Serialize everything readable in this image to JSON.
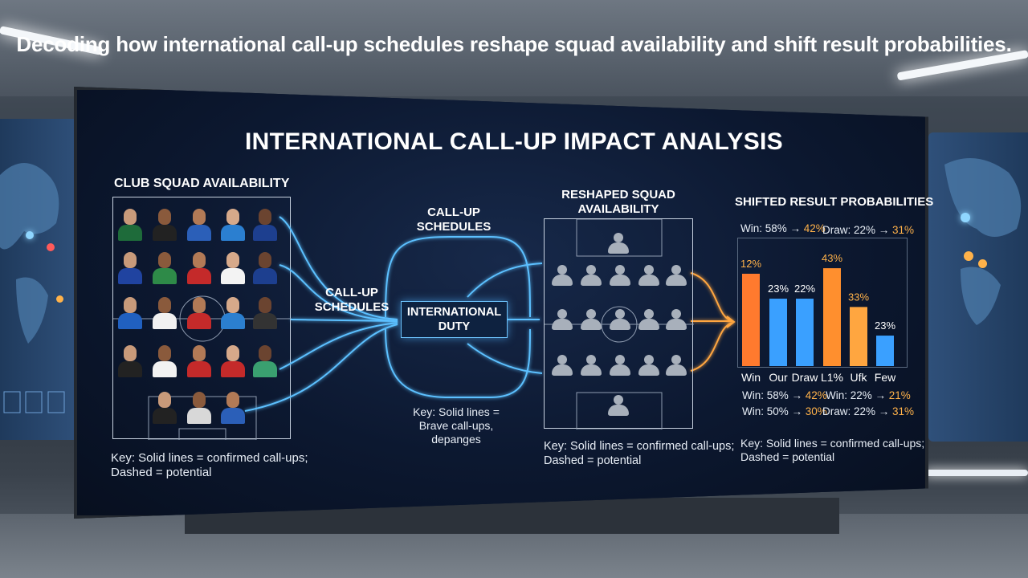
{
  "page_title": "Decoding how international call-up schedules reshape squad availability and shift result probabilities.",
  "screen": {
    "heading": "INTERNATIONAL CALL-UP IMPACT ANALYSIS",
    "left_panel": {
      "title": "CLUB SQUAD AVAILABILITY",
      "key_line1": "Key: Solid lines = confirmed call-ups;",
      "key_line2": "Dashed = potential"
    },
    "middle": {
      "top_label_line1": "CALL-UP",
      "top_label_line2": "SCHEDULES",
      "side_label_line1": "CALL-UP",
      "side_label_line2": "SCHEDULES",
      "box_line1": "INTERNATIONAL",
      "box_line2": "DUTY",
      "key_line1": "Key: Solid lines =",
      "key_line2": "Brave call-ups,",
      "key_line3": "depanges"
    },
    "reshaped_panel": {
      "title_line1": "RESHAPED SQUAD",
      "title_line2": "AVAILABILITY",
      "key_line1": "Key: Solid lines = confirmed call-ups;",
      "key_line2": "Dashed = potential"
    },
    "results_panel": {
      "title": "SHIFTED RESULT PROBABILITIES",
      "top_left": "Win: 58% → 42%",
      "top_right": "Draw: 22% → 31%",
      "row1_left": "Win: 58% → 42%",
      "row1_right": "Win: 22% → 21%",
      "row2_left": "Win: 50% → 30%",
      "row2_right": "Draw: 22% → 31%",
      "key_line1": "Key: Solid lines = confirmed call-ups;",
      "key_line2": "Dashed = potential"
    }
  },
  "chart_data": {
    "type": "bar",
    "categories": [
      "Win",
      "Our",
      "Draw",
      "L1%",
      "Ufk",
      "Few"
    ],
    "values": [
      12,
      23,
      22,
      43,
      33,
      23
    ],
    "data_labels": [
      "12%",
      "23%",
      "22%",
      "43%",
      "33%",
      "23%"
    ],
    "bar_colors": [
      "#ff7a2e",
      "#3aa0ff",
      "#3aa0ff",
      "#ff8f2e",
      "#ffa640",
      "#3aa0ff"
    ],
    "drawn_heights_relative": [
      1.0,
      0.73,
      0.73,
      1.06,
      0.64,
      0.33
    ]
  },
  "colors": {
    "accent_blue": "#3aa0ff",
    "accent_orange": "#ff8f2e",
    "screen_bg": "#0c1830"
  }
}
